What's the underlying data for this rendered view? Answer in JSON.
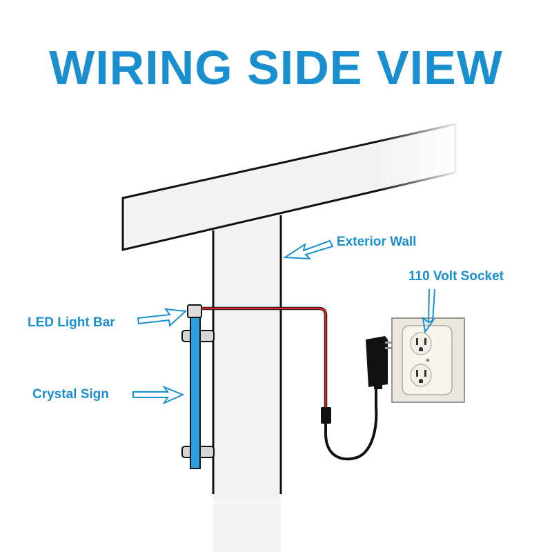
{
  "title": "WIRING SIDE VIEW",
  "labels": {
    "exterior_wall": "Exterior Wall",
    "socket": "110 Volt Socket",
    "led_light_bar": "LED Light Bar",
    "crystal_sign": "Crystal Sign"
  },
  "colors": {
    "accent": "#1a8fd0",
    "wire": "#e0262b",
    "sign": "#2b9fe0",
    "outline": "#111111",
    "wall_fill": "#f3f3f3",
    "adapter": "#111111"
  }
}
